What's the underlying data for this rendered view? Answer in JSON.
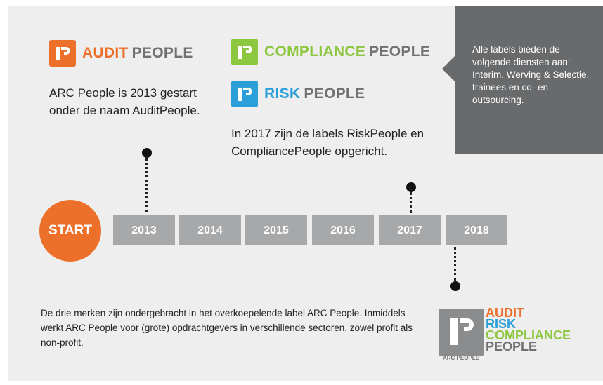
{
  "colors": {
    "audit": "#ec7029",
    "compliance": "#8dc63f",
    "risk": "#2a9fd8",
    "people_gray": "#6f7173",
    "timeline_gray": "#a6a8aa",
    "info_box": "#686a6c",
    "background": "#eeeeee"
  },
  "brands": {
    "audit": {
      "word1": "AUDIT",
      "word2": "PEOPLE",
      "icon": "audit-people-logo-icon"
    },
    "compliance": {
      "word1": "COMPLIANCE",
      "word2": "PEOPLE",
      "icon": "compliance-people-logo-icon"
    },
    "risk": {
      "word1": "RISK",
      "word2": "PEOPLE",
      "icon": "risk-people-logo-icon"
    }
  },
  "texts": {
    "audit_start": "ARC People is 2013 gestart onder de naam AuditPeople.",
    "labels_2017": "In 2017 zijn de labels RiskPeople en CompliancePeople opgericht.",
    "info": "Alle labels bieden de volgende diensten aan: Interim, Werving & Selectie, trainees en co- en outsourcing.",
    "bottom": "De drie merken zijn ondergebracht in het overkoepelende label ARC People. Inmiddels werkt ARC People voor (grote) opdrachtgevers in verschillende sectoren, zowel profit als non-profit."
  },
  "timeline": {
    "start_label": "START",
    "years": [
      "2013",
      "2014",
      "2015",
      "2016",
      "2017",
      "2018"
    ]
  },
  "arc_logo": {
    "caption": "ARC PEOPLE",
    "words": [
      "AUDIT",
      "RISK",
      "COMPLIANCE",
      "PEOPLE"
    ]
  }
}
